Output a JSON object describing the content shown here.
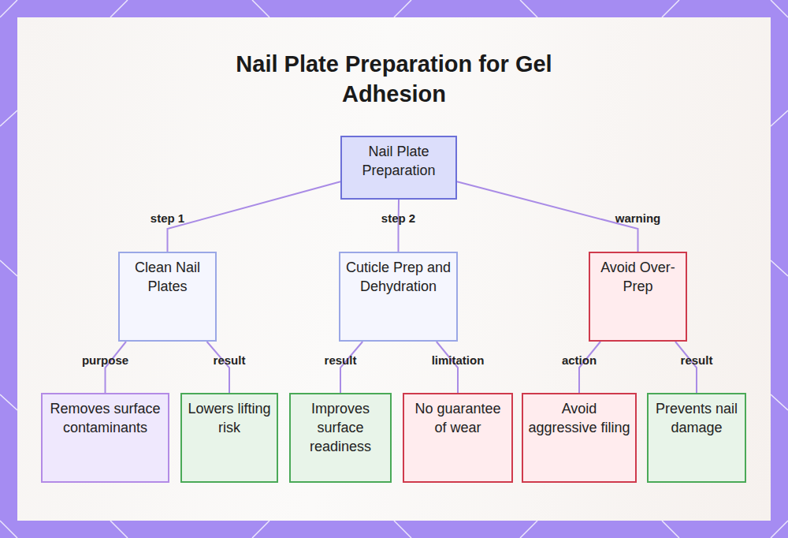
{
  "diagram": {
    "title": "Nail Plate Preparation for Gel Adhesion",
    "nodes": [
      {
        "text": [
          "Nail Plate Preparation"
        ]
      },
      {
        "text": [
          "Clean Nail Plates"
        ]
      },
      {
        "text": [
          "Cuticle Prep and Dehydration"
        ]
      },
      {
        "text": [
          "Avoid Over-Prep"
        ]
      },
      {
        "text": [
          "Removes surface contaminants"
        ]
      },
      {
        "text": [
          "Lowers lifting risk"
        ]
      },
      {
        "text": [
          "Improves surface readiness"
        ]
      },
      {
        "text": [
          "No guarantee of wear"
        ]
      },
      {
        "text": [
          "Avoid aggressive filing"
        ]
      },
      {
        "text": [
          "Prevents nail damage"
        ]
      }
    ],
    "edges": [
      {
        "from": 0,
        "to": 1,
        "label": "step 1",
        "arrow": "none"
      },
      {
        "from": 0,
        "to": 2,
        "label": "step 2",
        "arrow": "none"
      },
      {
        "from": 0,
        "to": 3,
        "label": "warning",
        "arrow": "none"
      },
      {
        "from": 1,
        "to": 4,
        "label": "purpose",
        "arrow": "none"
      },
      {
        "from": 1,
        "to": 5,
        "label": "result",
        "arrow": "none"
      },
      {
        "from": 2,
        "to": 6,
        "label": "result",
        "arrow": "none"
      },
      {
        "from": 2,
        "to": 7,
        "label": "limitation",
        "arrow": "none"
      },
      {
        "from": 3,
        "to": 8,
        "label": "action",
        "arrow": "none"
      },
      {
        "from": 3,
        "to": 9,
        "label": "result",
        "arrow": "none"
      }
    ]
  }
}
